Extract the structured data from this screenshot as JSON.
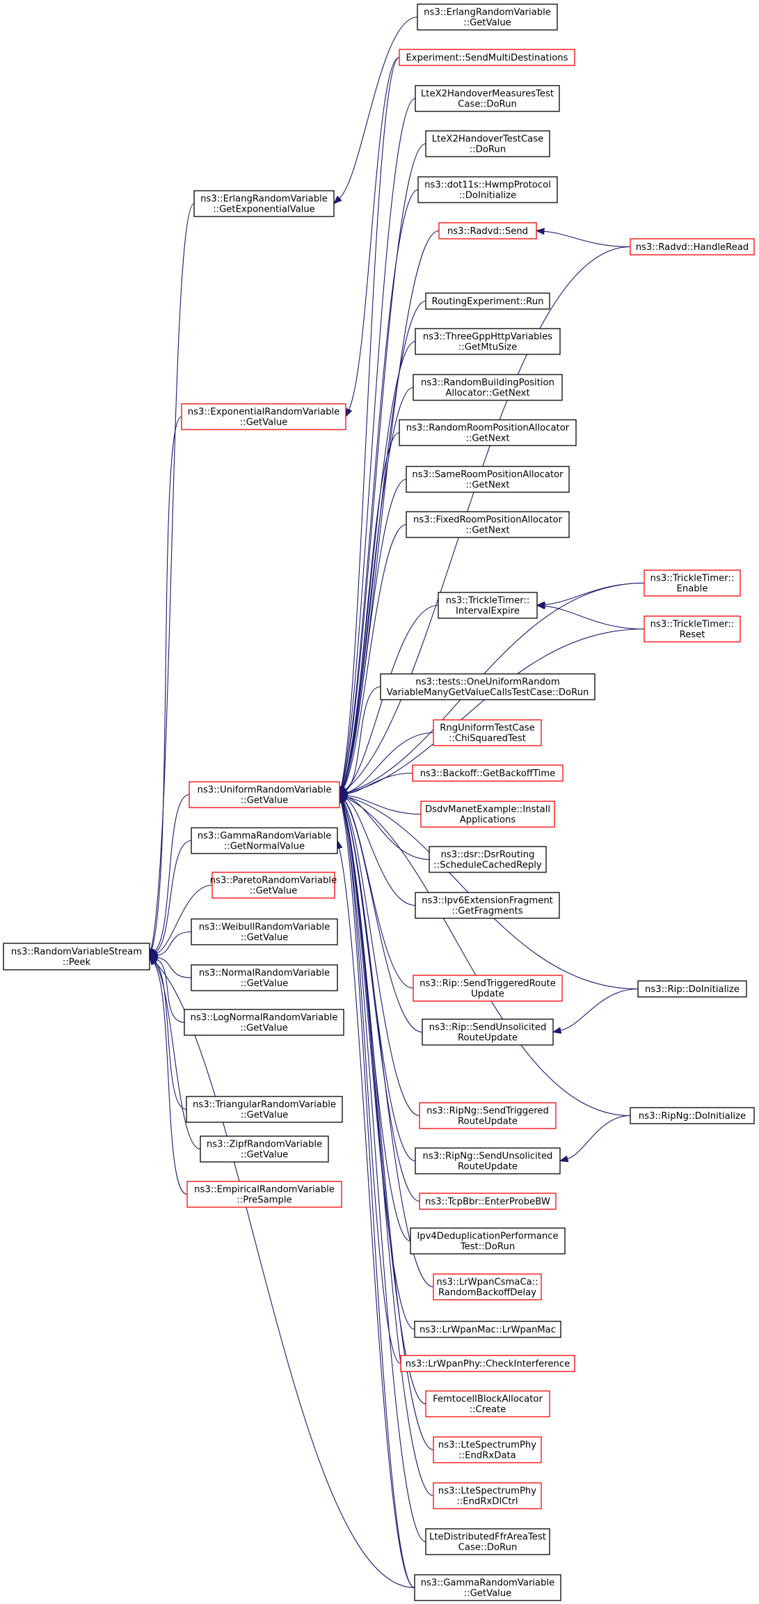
{
  "colors": {
    "edge": "#191970",
    "border_default": "#000000",
    "border_truncated": "#ff0000",
    "root_fill": "#bfbfbf",
    "node_fill": "#ffffff"
  },
  "root": {
    "id": "root",
    "lines": [
      "ns3::RandomVariableStream",
      "::Peek"
    ]
  },
  "level1": [
    {
      "id": "erlang_exp",
      "lines": [
        "ns3::ErlangRandomVariable",
        "::GetExponentialValue"
      ],
      "border": "black"
    },
    {
      "id": "exp_get",
      "lines": [
        "ns3::ExponentialRandomVariable",
        "::GetValue"
      ],
      "border": "red"
    },
    {
      "id": "uniform",
      "lines": [
        "ns3::UniformRandomVariable",
        "::GetValue"
      ],
      "border": "red"
    },
    {
      "id": "gamma_normal",
      "lines": [
        "ns3::GammaRandomVariable",
        "::GetNormalValue"
      ],
      "border": "black"
    },
    {
      "id": "pareto",
      "lines": [
        "ns3::ParetoRandomVariable",
        "::GetValue"
      ],
      "border": "red"
    },
    {
      "id": "weibull",
      "lines": [
        "ns3::WeibullRandomVariable",
        "::GetValue"
      ],
      "border": "black"
    },
    {
      "id": "normal",
      "lines": [
        "ns3::NormalRandomVariable",
        "::GetValue"
      ],
      "border": "black"
    },
    {
      "id": "lognormal",
      "lines": [
        "ns3::LogNormalRandomVariable",
        "::GetValue"
      ],
      "border": "black"
    },
    {
      "id": "triangular",
      "lines": [
        "ns3::TriangularRandomVariable",
        "::GetValue"
      ],
      "border": "black"
    },
    {
      "id": "zipf",
      "lines": [
        "ns3::ZipfRandomVariable",
        "::GetValue"
      ],
      "border": "black"
    },
    {
      "id": "empirical",
      "lines": [
        "ns3::EmpiricalRandomVariable",
        "::PreSample"
      ],
      "border": "red"
    }
  ],
  "level2": [
    {
      "id": "erlang_get",
      "lines": [
        "ns3::ErlangRandomVariable",
        "::GetValue"
      ],
      "border": "black"
    },
    {
      "id": "exp_multi",
      "lines": [
        "Experiment::SendMultiDestinations"
      ],
      "border": "red"
    },
    {
      "id": "ltex2_meas",
      "lines": [
        "LteX2HandoverMeasuresTest",
        "Case::DoRun"
      ],
      "border": "black"
    },
    {
      "id": "ltex2",
      "lines": [
        "LteX2HandoverTestCase",
        "::DoRun"
      ],
      "border": "black"
    },
    {
      "id": "hwmp",
      "lines": [
        "ns3::dot11s::HwmpProtocol",
        "::DoInitialize"
      ],
      "border": "black"
    },
    {
      "id": "radvd_send",
      "lines": [
        "ns3::Radvd::Send"
      ],
      "border": "red"
    },
    {
      "id": "routing_exp",
      "lines": [
        "RoutingExperiment::Run"
      ],
      "border": "black"
    },
    {
      "id": "threegpp",
      "lines": [
        "ns3::ThreeGppHttpVariables",
        "::GetMtuSize"
      ],
      "border": "black"
    },
    {
      "id": "rand_building",
      "lines": [
        "ns3::RandomBuildingPosition",
        "Allocator::GetNext"
      ],
      "border": "black"
    },
    {
      "id": "rand_room",
      "lines": [
        "ns3::RandomRoomPositionAllocator",
        "::GetNext"
      ],
      "border": "black"
    },
    {
      "id": "same_room",
      "lines": [
        "ns3::SameRoomPositionAllocator",
        "::GetNext"
      ],
      "border": "black"
    },
    {
      "id": "fixed_room",
      "lines": [
        "ns3::FixedRoomPositionAllocator",
        "::GetNext"
      ],
      "border": "black"
    },
    {
      "id": "trickle_interval",
      "lines": [
        "ns3::TrickleTimer::",
        "IntervalExpire"
      ],
      "border": "black"
    },
    {
      "id": "one_uniform",
      "lines": [
        "ns3::tests::OneUniformRandom",
        "VariableManyGetValueCallsTestCase::DoRun"
      ],
      "border": "black"
    },
    {
      "id": "rng_uniform",
      "lines": [
        "RngUniformTestCase",
        "::ChiSquaredTest"
      ],
      "border": "red"
    },
    {
      "id": "backoff",
      "lines": [
        "ns3::Backoff::GetBackoffTime"
      ],
      "border": "red"
    },
    {
      "id": "dsdv",
      "lines": [
        "DsdvManetExample::Install",
        "Applications"
      ],
      "border": "red"
    },
    {
      "id": "dsr",
      "lines": [
        "ns3::dsr::DsrRouting",
        "::ScheduleCachedReply"
      ],
      "border": "black"
    },
    {
      "id": "ipv6frag",
      "lines": [
        "ns3::Ipv6ExtensionFragment",
        "::GetFragments"
      ],
      "border": "black"
    },
    {
      "id": "rip_trig",
      "lines": [
        "ns3::Rip::SendTriggeredRoute",
        "Update"
      ],
      "border": "red"
    },
    {
      "id": "rip_unsol",
      "lines": [
        "ns3::Rip::SendUnsolicited",
        "RouteUpdate"
      ],
      "border": "black"
    },
    {
      "id": "ripng_trig",
      "lines": [
        "ns3::RipNg::SendTriggered",
        "RouteUpdate"
      ],
      "border": "red"
    },
    {
      "id": "ripng_unsol",
      "lines": [
        "ns3::RipNg::SendUnsolicited",
        "RouteUpdate"
      ],
      "border": "black"
    },
    {
      "id": "tcpbbr",
      "lines": [
        "ns3::TcpBbr::EnterProbeBW"
      ],
      "border": "red"
    },
    {
      "id": "ipv4dedup",
      "lines": [
        "Ipv4DeduplicationPerformance",
        "Test::DoRun"
      ],
      "border": "black"
    },
    {
      "id": "lrwpan_csma",
      "lines": [
        "ns3::LrWpanCsmaCa::",
        "RandomBackoffDelay"
      ],
      "border": "red"
    },
    {
      "id": "lrwpan_mac",
      "lines": [
        "ns3::LrWpanMac::LrWpanMac"
      ],
      "border": "black"
    },
    {
      "id": "lrwpan_phy",
      "lines": [
        "ns3::LrWpanPhy::CheckInterference"
      ],
      "border": "red"
    },
    {
      "id": "femtocell",
      "lines": [
        "FemtocellBlockAllocator",
        "::Create"
      ],
      "border": "red"
    },
    {
      "id": "lte_rxdata",
      "lines": [
        "ns3::LteSpectrumPhy",
        "::EndRxData"
      ],
      "border": "red"
    },
    {
      "id": "lte_rxdlctrl",
      "lines": [
        "ns3::LteSpectrumPhy",
        "::EndRxDlCtrl"
      ],
      "border": "red"
    },
    {
      "id": "ltedistributed",
      "lines": [
        "LteDistributedFfrAreaTest",
        "Case::DoRun"
      ],
      "border": "black"
    },
    {
      "id": "gamma_get",
      "lines": [
        "ns3::GammaRandomVariable",
        "::GetValue"
      ],
      "border": "black"
    }
  ],
  "level3": [
    {
      "id": "radvd_handle",
      "lines": [
        "ns3::Radvd::HandleRead"
      ],
      "border": "red"
    },
    {
      "id": "trickle_enable",
      "lines": [
        "ns3::TrickleTimer::",
        "Enable"
      ],
      "border": "red"
    },
    {
      "id": "trickle_reset",
      "lines": [
        "ns3::TrickleTimer::",
        "Reset"
      ],
      "border": "red"
    },
    {
      "id": "rip_init",
      "lines": [
        "ns3::Rip::DoInitialize"
      ],
      "border": "black"
    },
    {
      "id": "ripng_init",
      "lines": [
        "ns3::RipNg::DoInitialize"
      ],
      "border": "black"
    }
  ],
  "edges": [
    [
      "erlang_exp",
      "root"
    ],
    [
      "exp_get",
      "root"
    ],
    [
      "uniform",
      "root"
    ],
    [
      "gamma_normal",
      "root"
    ],
    [
      "pareto",
      "root"
    ],
    [
      "weibull",
      "root"
    ],
    [
      "normal",
      "root"
    ],
    [
      "lognormal",
      "root"
    ],
    [
      "triangular",
      "root"
    ],
    [
      "zipf",
      "root"
    ],
    [
      "empirical",
      "root"
    ],
    [
      "gamma_get",
      "root"
    ],
    [
      "erlang_get",
      "erlang_exp"
    ],
    [
      "exp_multi",
      "exp_get"
    ],
    [
      "gamma_get",
      "gamma_normal"
    ],
    [
      "exp_multi",
      "uniform"
    ],
    [
      "ltex2_meas",
      "uniform"
    ],
    [
      "ltex2",
      "uniform"
    ],
    [
      "hwmp",
      "uniform"
    ],
    [
      "radvd_send",
      "uniform"
    ],
    [
      "radvd_handle",
      "uniform"
    ],
    [
      "routing_exp",
      "uniform"
    ],
    [
      "threegpp",
      "uniform"
    ],
    [
      "rand_building",
      "uniform"
    ],
    [
      "rand_room",
      "uniform"
    ],
    [
      "same_room",
      "uniform"
    ],
    [
      "fixed_room",
      "uniform"
    ],
    [
      "trickle_enable",
      "uniform"
    ],
    [
      "trickle_interval",
      "uniform"
    ],
    [
      "trickle_reset",
      "uniform"
    ],
    [
      "one_uniform",
      "uniform"
    ],
    [
      "rng_uniform",
      "uniform"
    ],
    [
      "backoff",
      "uniform"
    ],
    [
      "dsdv",
      "uniform"
    ],
    [
      "dsr",
      "uniform"
    ],
    [
      "ipv6frag",
      "uniform"
    ],
    [
      "rip_init",
      "uniform"
    ],
    [
      "rip_trig",
      "uniform"
    ],
    [
      "rip_unsol",
      "uniform"
    ],
    [
      "ripng_init",
      "uniform"
    ],
    [
      "ripng_trig",
      "uniform"
    ],
    [
      "ripng_unsol",
      "uniform"
    ],
    [
      "tcpbbr",
      "uniform"
    ],
    [
      "ipv4dedup",
      "uniform"
    ],
    [
      "lrwpan_csma",
      "uniform"
    ],
    [
      "lrwpan_mac",
      "uniform"
    ],
    [
      "lrwpan_phy",
      "uniform"
    ],
    [
      "femtocell",
      "uniform"
    ],
    [
      "lte_rxdata",
      "uniform"
    ],
    [
      "lte_rxdlctrl",
      "uniform"
    ],
    [
      "ltedistributed",
      "uniform"
    ],
    [
      "gamma_get",
      "uniform"
    ],
    [
      "radvd_handle",
      "radvd_send"
    ],
    [
      "trickle_enable",
      "trickle_interval"
    ],
    [
      "trickle_reset",
      "trickle_interval"
    ],
    [
      "rip_init",
      "rip_unsol"
    ],
    [
      "ripng_init",
      "ripng_unsol"
    ]
  ]
}
